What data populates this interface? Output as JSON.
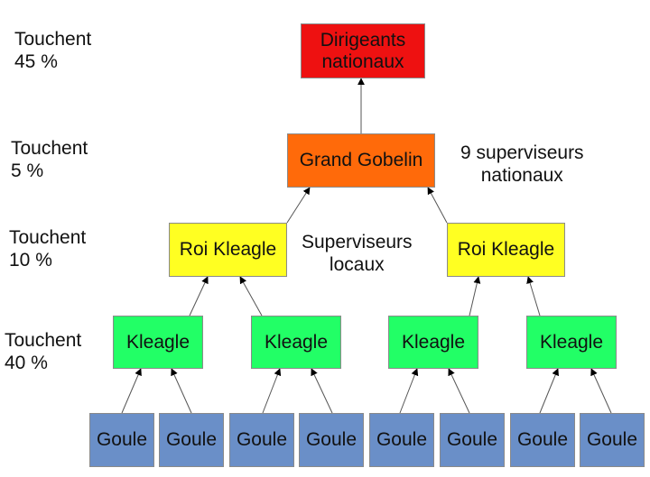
{
  "colors": {
    "red": "#ee1111",
    "orange": "#ff6a0a",
    "yellow": "#ffff22",
    "green": "#22ff66",
    "blue": "#6a8fc8"
  },
  "nodes": {
    "dirigeants": [
      "Dirigeants",
      "nationaux"
    ],
    "grand": "Grand Gobelin",
    "roi": [
      "Roi Kleagle",
      "Roi Kleagle"
    ],
    "kleagle": [
      "Kleagle",
      "Kleagle",
      "Kleagle",
      "Kleagle"
    ],
    "goule": [
      "Goule",
      "Goule",
      "Goule",
      "Goule",
      "Goule",
      "Goule",
      "Goule",
      "Goule"
    ]
  },
  "levels": [
    {
      "line1": "Touchent",
      "line2": "45 %"
    },
    {
      "line1": "Touchent",
      "line2": "5 %"
    },
    {
      "line1": "Touchent",
      "line2": "10 %"
    },
    {
      "line1": "Touchent",
      "line2": "40 %"
    }
  ],
  "notes": {
    "national": [
      "9 superviseurs",
      "nationaux"
    ],
    "local": [
      "Superviseurs",
      "locaux"
    ]
  }
}
